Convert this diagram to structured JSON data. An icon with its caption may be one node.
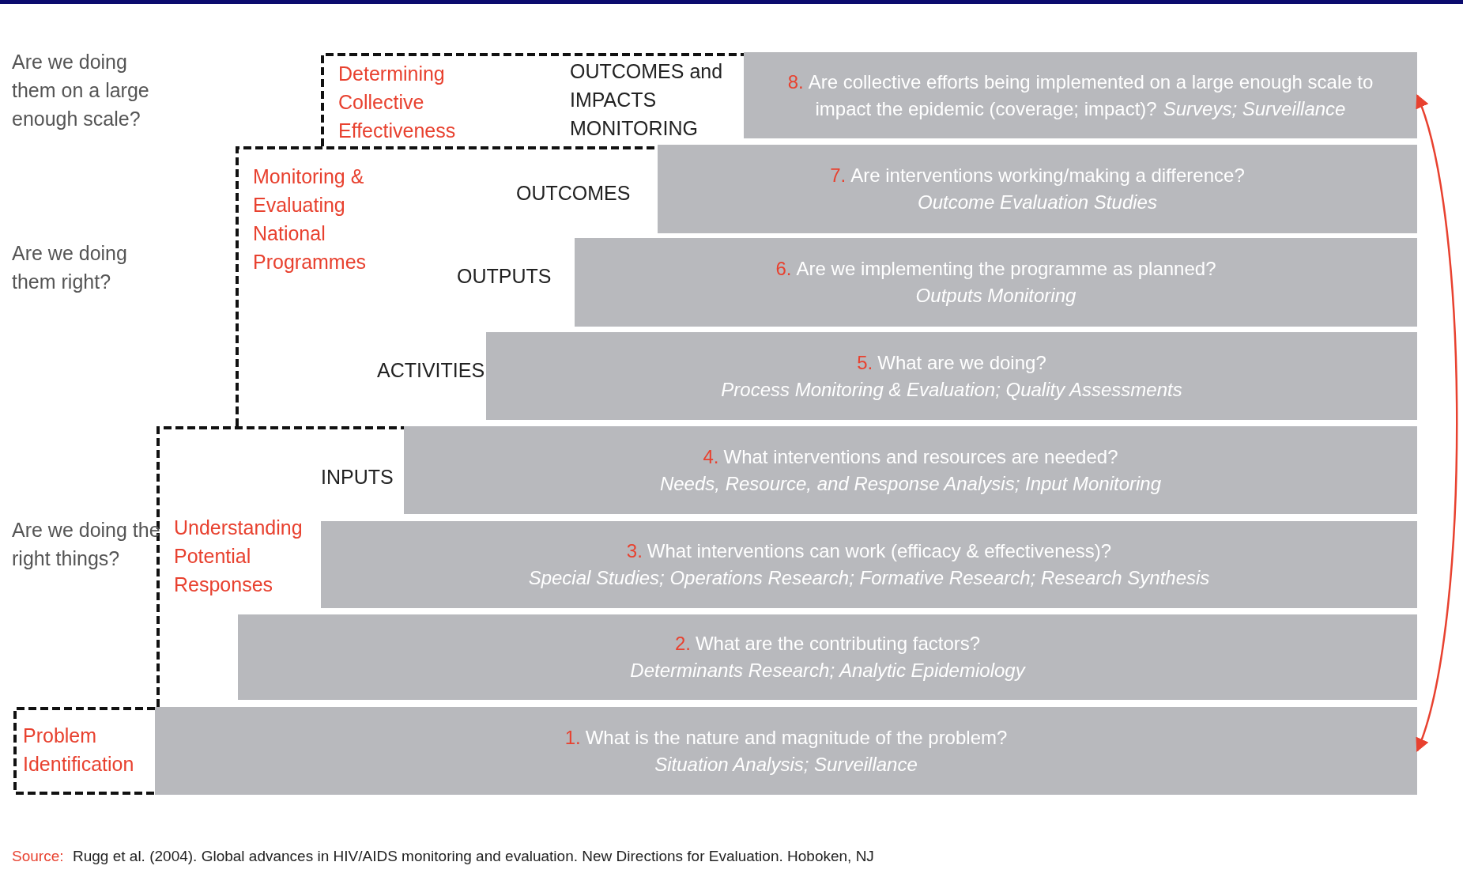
{
  "diagram": {
    "nodes": [
      {
        "text": [
          "Determining Collective Effectiveness"
        ]
      },
      {
        "text": [
          "8.",
          "Are collective efforts being implemented on a large enough scale to impact the epidemic (coverage; impact)?",
          "Surveys; Surveillance"
        ]
      },
      {
        "text": [
          "Monitoring & Evaluating National Programmes"
        ]
      },
      {
        "text": [
          "7.",
          "Are interventions working/making a difference?",
          "Outcome Evaluation Studies"
        ]
      },
      {
        "text": [
          "6.",
          "Are we implementing the programme as planned?",
          "Outputs Monitoring"
        ]
      },
      {
        "text": [
          "5.",
          "What are we doing?",
          "Process Monitoring & Evaluation; Quality Assessments"
        ]
      },
      {
        "text": [
          "4.",
          "What interventions and resources are needed?",
          "Needs, Resource, and Response Analysis; Input Monitoring"
        ]
      },
      {
        "text": [
          "Understanding Potential Responses"
        ]
      },
      {
        "text": [
          "3.",
          "What interventions can work (efficacy & effectiveness)?",
          "Special Studies; Operations Research; Formative Research; Research Synthesis"
        ]
      },
      {
        "text": [
          "2.",
          "What are the contributing factors?",
          "Determinants Research; Analytic Epidemiology"
        ]
      },
      {
        "text": [
          "Problem Identification"
        ]
      },
      {
        "text": [
          "1.",
          "What is the nature and magnitude of the problem?",
          "Situation Analysis; Surveillance"
        ]
      }
    ],
    "edges": [
      {
        "from": 1,
        "to": 11,
        "arrow": "both",
        "color": "#e8412f"
      }
    ],
    "labels": [
      "Are we doing them on a large enough scale?",
      "OUTCOMES and IMPACTS MONITORING",
      "OUTCOMES",
      "Are we doing them right?",
      "OUTPUTS",
      "ACTIVITIES",
      "INPUTS",
      "Are we doing the right things?",
      "Source:",
      "Rugg et al. (2004). Global advances in HIV/AIDS monitoring and evaluation. New Directions for Evaluation. Hoboken, NJ"
    ]
  }
}
